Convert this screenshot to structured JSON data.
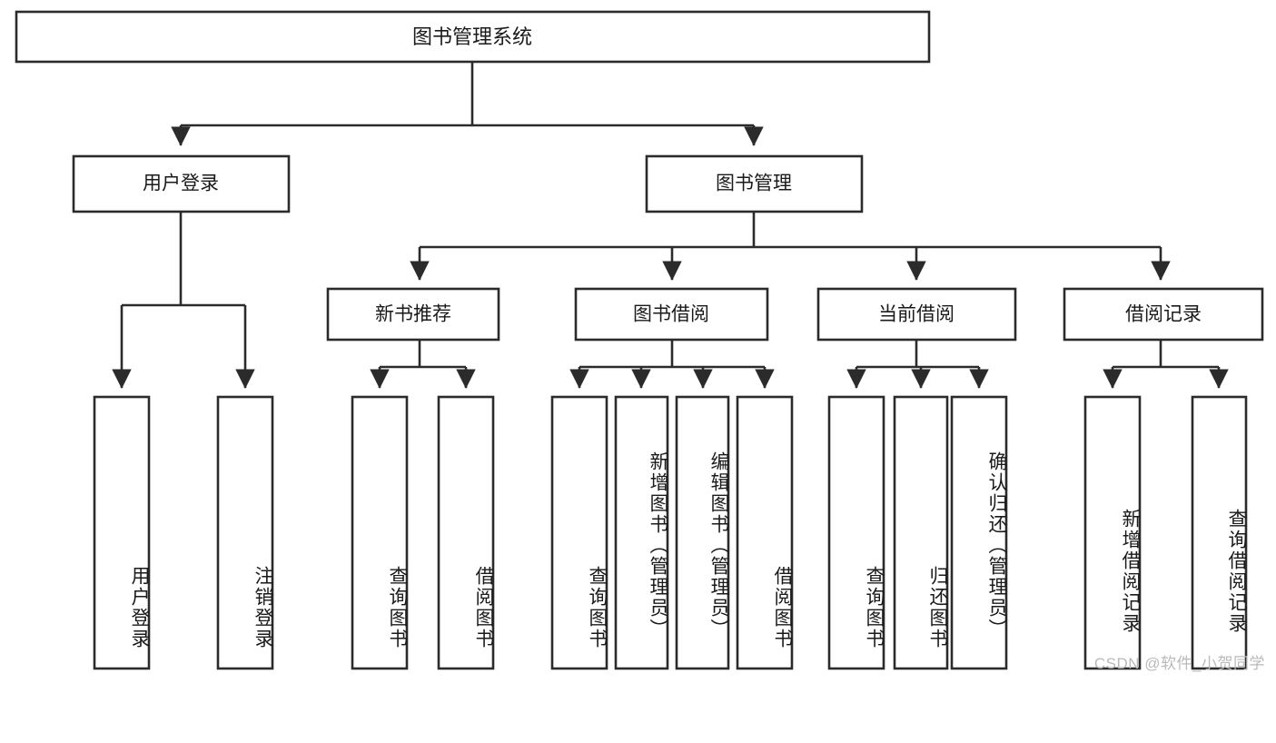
{
  "diagram": {
    "title": "图书管理系统",
    "type": "hierarchy-tree",
    "root": {
      "id": "root",
      "label": "图书管理系统",
      "orientation": "horizontal"
    },
    "level2": [
      {
        "id": "user-login",
        "label": "用户登录",
        "orientation": "horizontal"
      },
      {
        "id": "book-management",
        "label": "图书管理",
        "orientation": "horizontal"
      }
    ],
    "level3": [
      {
        "id": "new-book-recommend",
        "label": "新书推荐",
        "parent": "book-management",
        "orientation": "horizontal"
      },
      {
        "id": "book-borrow",
        "label": "图书借阅",
        "parent": "book-management",
        "orientation": "horizontal"
      },
      {
        "id": "current-borrow",
        "label": "当前借阅",
        "parent": "book-management",
        "orientation": "horizontal"
      },
      {
        "id": "borrow-record",
        "label": "借阅记录",
        "parent": "book-management",
        "orientation": "horizontal"
      }
    ],
    "leaves": [
      {
        "id": "leaf-user-login",
        "label": "用户登录",
        "parent": "user-login",
        "orientation": "vertical"
      },
      {
        "id": "leaf-logout",
        "label": "注销登录",
        "parent": "user-login",
        "orientation": "vertical"
      },
      {
        "id": "leaf-query-book-1",
        "label": "查询图书",
        "parent": "new-book-recommend",
        "orientation": "vertical"
      },
      {
        "id": "leaf-borrow-book-1",
        "label": "借阅图书",
        "parent": "new-book-recommend",
        "orientation": "vertical"
      },
      {
        "id": "leaf-query-book-2",
        "label": "查询图书",
        "parent": "book-borrow",
        "orientation": "vertical"
      },
      {
        "id": "leaf-add-book",
        "label": "新增图书（管理员）",
        "parent": "book-borrow",
        "orientation": "vertical"
      },
      {
        "id": "leaf-edit-book",
        "label": "编辑图书（管理员）",
        "parent": "book-borrow",
        "orientation": "vertical"
      },
      {
        "id": "leaf-borrow-book-2",
        "label": "借阅图书",
        "parent": "book-borrow",
        "orientation": "vertical"
      },
      {
        "id": "leaf-query-book-3",
        "label": "查询图书",
        "parent": "current-borrow",
        "orientation": "vertical"
      },
      {
        "id": "leaf-return-book",
        "label": "归还图书",
        "parent": "current-borrow",
        "orientation": "vertical"
      },
      {
        "id": "leaf-confirm-return",
        "label": "确认归还（管理员）",
        "parent": "current-borrow",
        "orientation": "vertical"
      },
      {
        "id": "leaf-add-record",
        "label": "新增借阅记录",
        "parent": "borrow-record",
        "orientation": "vertical"
      },
      {
        "id": "leaf-query-record",
        "label": "查询借阅记录",
        "parent": "borrow-record",
        "orientation": "vertical"
      }
    ],
    "colors": {
      "stroke": "#2b2b2b",
      "fill": "#ffffff",
      "text": "#1a1a1a",
      "watermark": "#b9b9b9"
    }
  },
  "watermark": {
    "text": "CSDN @软件_小贺同学"
  }
}
